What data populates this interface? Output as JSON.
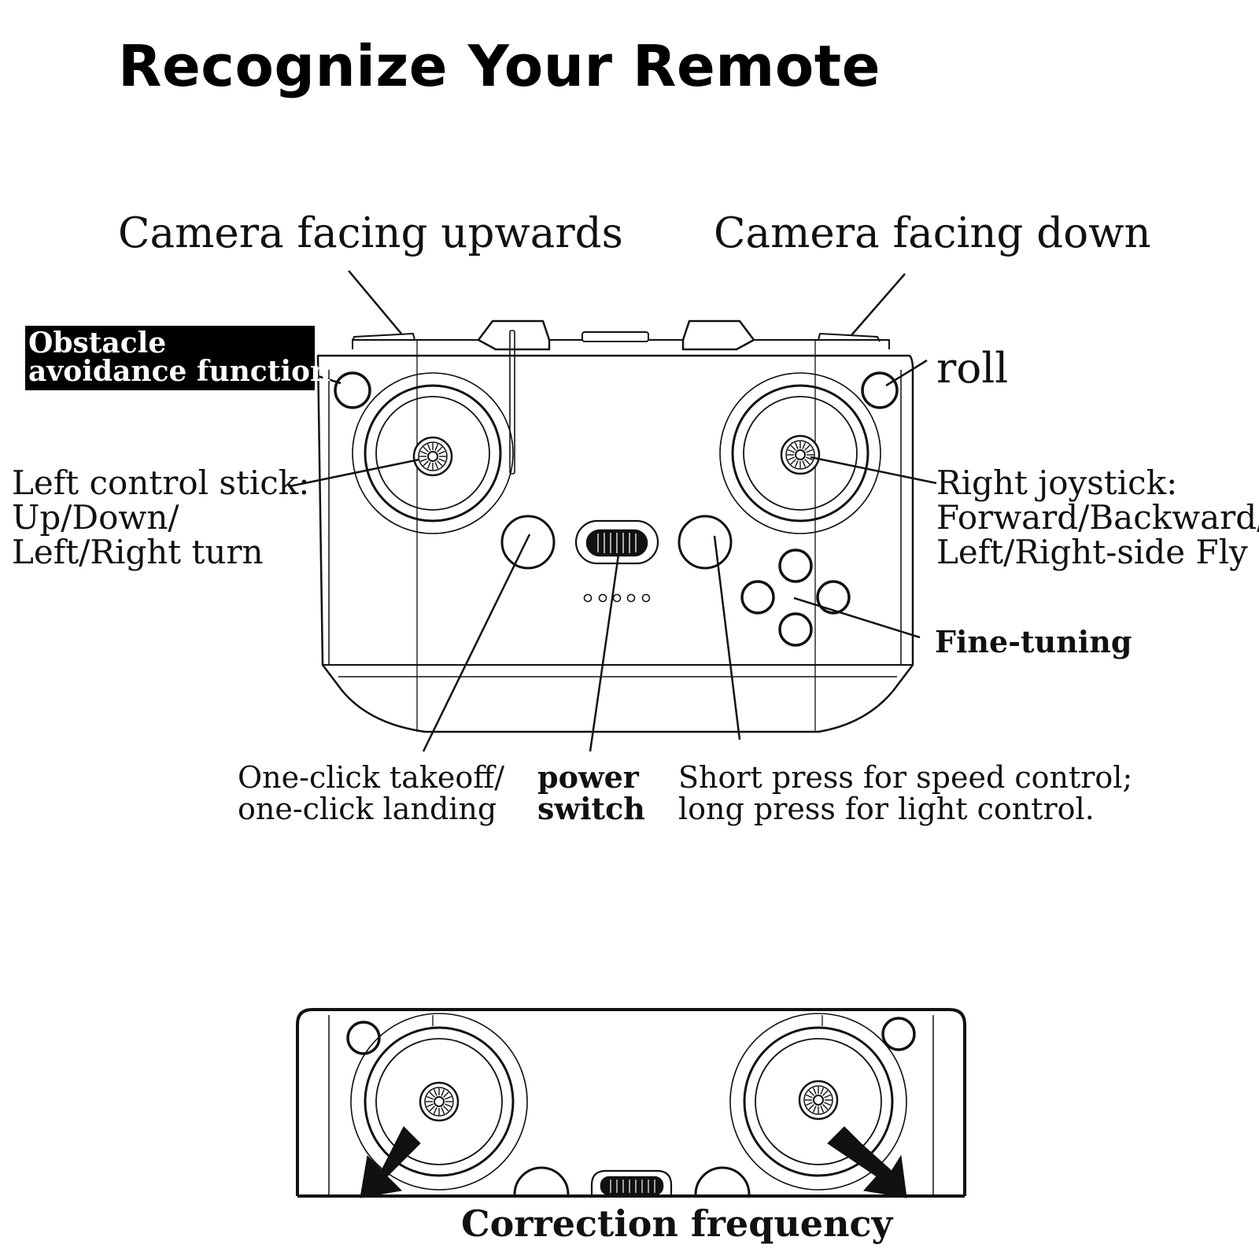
{
  "title": "Recognize Your Remote",
  "labels": {
    "camera_up": "Camera facing upwards",
    "camera_down": "Camera facing down",
    "obstacle_line1": "Obstacle",
    "obstacle_line2": "avoidance function",
    "roll": "roll",
    "left_stick_line1": "Left control stick:",
    "left_stick_line2": "Up/Down/",
    "left_stick_line3": "Left/Right turn",
    "right_stick_line1": "Right joystick:",
    "right_stick_line2": "Forward/Backward/",
    "right_stick_line3": "Left/Right-side Fly",
    "fine_tuning": "Fine-tuning",
    "takeoff_line1": "One-click takeoff/",
    "takeoff_line2": "one-click landing",
    "power_line1": "power",
    "power_line2": "switch",
    "speed_line1": "Short press for speed control;",
    "speed_line2": "long press for light control.",
    "correction": "Correction frequency"
  }
}
